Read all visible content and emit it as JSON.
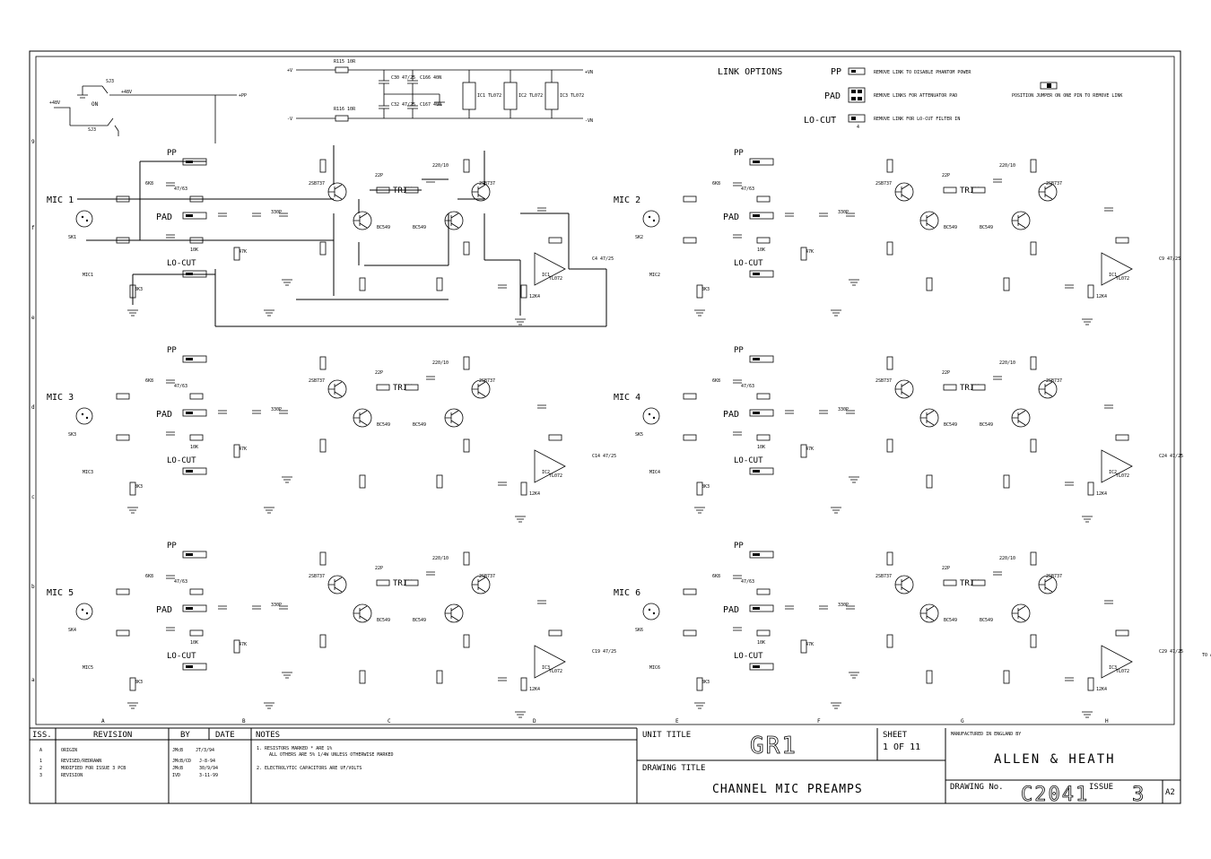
{
  "links": {
    "heading": "LINK OPTIONS",
    "items": [
      {
        "name": "PP",
        "desc": "REMOVE LINK TO DISABLE PHANTOM POWER"
      },
      {
        "name": "PAD",
        "desc": "REMOVE LINKS FOR ATTENUATOR PAD"
      },
      {
        "name": "LO-CUT",
        "desc": "REMOVE LINK FOR LO-CUT FILTER IN"
      }
    ],
    "jumper_note": "POSITION JUMPER ON ONE PIN TO REMOVE LINK",
    "lo_cut_pin": "4"
  },
  "power": {
    "plus_v": "+V",
    "minus_v": "-V",
    "plus_vn": "+VN",
    "minus_vn": "-VN",
    "r_top": "R115 10R",
    "r_bot": "R116 10R",
    "caps": [
      "C30 47/25",
      "C166 40N",
      "C32 47/25",
      "C167 40N"
    ],
    "ics": [
      "IC1 TL072",
      "IC2 TL072",
      "IC3 TL072"
    ]
  },
  "phantom": {
    "sw1": "SJ3",
    "sw2": "SJ3",
    "v48": "+48V",
    "on": "ON",
    "pp": "+PP"
  },
  "channels": [
    {
      "mic": "MIC 1",
      "jack": "SK1",
      "pp": "PP",
      "pad": "PAD",
      "locut": "LO-CUT",
      "trim": "TRIM",
      "ic": "IC1",
      "out_cap": "C4 47/25",
      "mic_line": "MIC1"
    },
    {
      "mic": "MIC 2",
      "jack": "SK2",
      "pp": "PP",
      "pad": "PAD",
      "locut": "LO-CUT",
      "trim": "TRIM",
      "ic": "IC1",
      "out_cap": "C9 47/25",
      "mic_line": "MIC2"
    },
    {
      "mic": "MIC 3",
      "jack": "SK3",
      "pp": "PP",
      "pad": "PAD",
      "locut": "LO-CUT",
      "trim": "TRIM",
      "ic": "IC2",
      "out_cap": "C14 47/25",
      "mic_line": "MIC3"
    },
    {
      "mic": "MIC 4",
      "jack": "SK5",
      "pp": "PP",
      "pad": "PAD",
      "locut": "LO-CUT",
      "trim": "TRIM",
      "ic": "IC2",
      "out_cap": "C24 47/25",
      "mic_line": "MIC4"
    },
    {
      "mic": "MIC 5",
      "jack": "SK4",
      "pp": "PP",
      "pad": "PAD",
      "locut": "LO-CUT",
      "trim": "TRIM",
      "ic": "IC3",
      "out_cap": "C19 47/25",
      "mic_line": "MIC5"
    },
    {
      "mic": "MIC 6",
      "jack": "SK6",
      "pp": "PP",
      "pad": "PAD",
      "locut": "LO-CUT",
      "trim": "TRIM",
      "ic": "IC3",
      "out_cap": "C29 47/25",
      "mic_line": "MIC6",
      "extra": "TO ALARM"
    }
  ],
  "parts": {
    "transistor_npn": "BC549",
    "transistor_pnp": "2SB737",
    "opamp": "TL072",
    "cap_22p": "22P",
    "cap_330p": "330P",
    "cap_220": "220/10",
    "r_10k": "10K",
    "r_47k": "47K",
    "r_12k": "12K4",
    "cap_4763": "47/63",
    "r_6k8": "6K8",
    "r_3k3": "3K3"
  },
  "grid": {
    "cols": [
      "A",
      "B",
      "C",
      "D",
      "E",
      "F",
      "G",
      "H"
    ],
    "rows": [
      "9",
      "f",
      "e",
      "d",
      "c",
      "b",
      "a"
    ]
  },
  "revisions": {
    "h_iss": "ISS.",
    "h_rev": "REVISION",
    "h_by": "BY",
    "h_date": "DATE",
    "rows": [
      {
        "iss": "A",
        "rev": "ORIGIN",
        "by": "JMcB",
        "date": "JT/3/94"
      },
      {
        "iss": "1",
        "rev": "REVISED/REDRAWN",
        "by": "JMcB/CD",
        "date": "J-8-94"
      },
      {
        "iss": "2",
        "rev": "MODIFIED FOR ISSUE 3 PCB",
        "by": "JMcB",
        "date": "30/9/94"
      },
      {
        "iss": "3",
        "rev": "REVISION",
        "by": "IVD",
        "date": "3-11-99"
      }
    ]
  },
  "notes": {
    "heading": "NOTES",
    "lines": [
      "1. RESISTORS MARKED * ARE 1%",
      "ALL OTHERS ARE 5% 1/4W UNLESS OTHERWISE MARKED",
      "2. ELECTROLYTIC CAPACITORS ARE UF/VOLTS"
    ]
  },
  "title_block": {
    "unit_title_label": "UNIT TITLE",
    "unit_title": "GR1",
    "sheet_label": "SHEET",
    "sheet": "1 OF 11",
    "drawing_title_label": "DRAWING TITLE",
    "drawing_title": "CHANNEL MIC PREAMPS",
    "manufactured": "MANUFACTURED IN ENGLAND BY",
    "company": "ALLEN & HEATH",
    "drawing_no_label": "DRAWING No.",
    "drawing_no": "C2041",
    "issue_label": "ISSUE",
    "issue": "3",
    "size": "A2"
  }
}
